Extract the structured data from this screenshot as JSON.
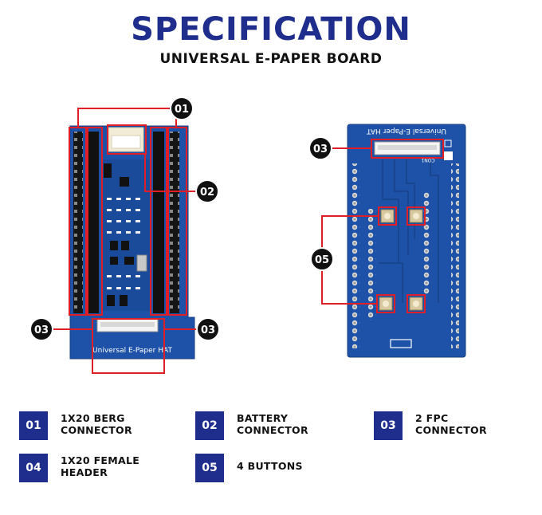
{
  "header": {
    "title": "SPECIFICATION",
    "subtitle": "UNIVERSAL E-PAPER BOARD"
  },
  "board": {
    "front_label": "Universal E-Paper HAT",
    "back_label": "Universal E-Paper HAT",
    "connector_label": "CON1",
    "color": "#1e52a8",
    "callout_color": "#e01e26"
  },
  "callouts": {
    "c01": "01",
    "c02": "02",
    "c03_left": "03",
    "c03_right": "03",
    "c03_back": "03",
    "c05": "05"
  },
  "legend": [
    {
      "num": "01",
      "text": "1X20 BERG\nCONNECTOR"
    },
    {
      "num": "02",
      "text": "BATTERY\nCONNECTOR"
    },
    {
      "num": "03",
      "text": "2 FPC\nCONNECTOR"
    },
    {
      "num": "04",
      "text": "1X20 FEMALE\nHEADER"
    },
    {
      "num": "05",
      "text": "4 BUTTONS"
    }
  ]
}
